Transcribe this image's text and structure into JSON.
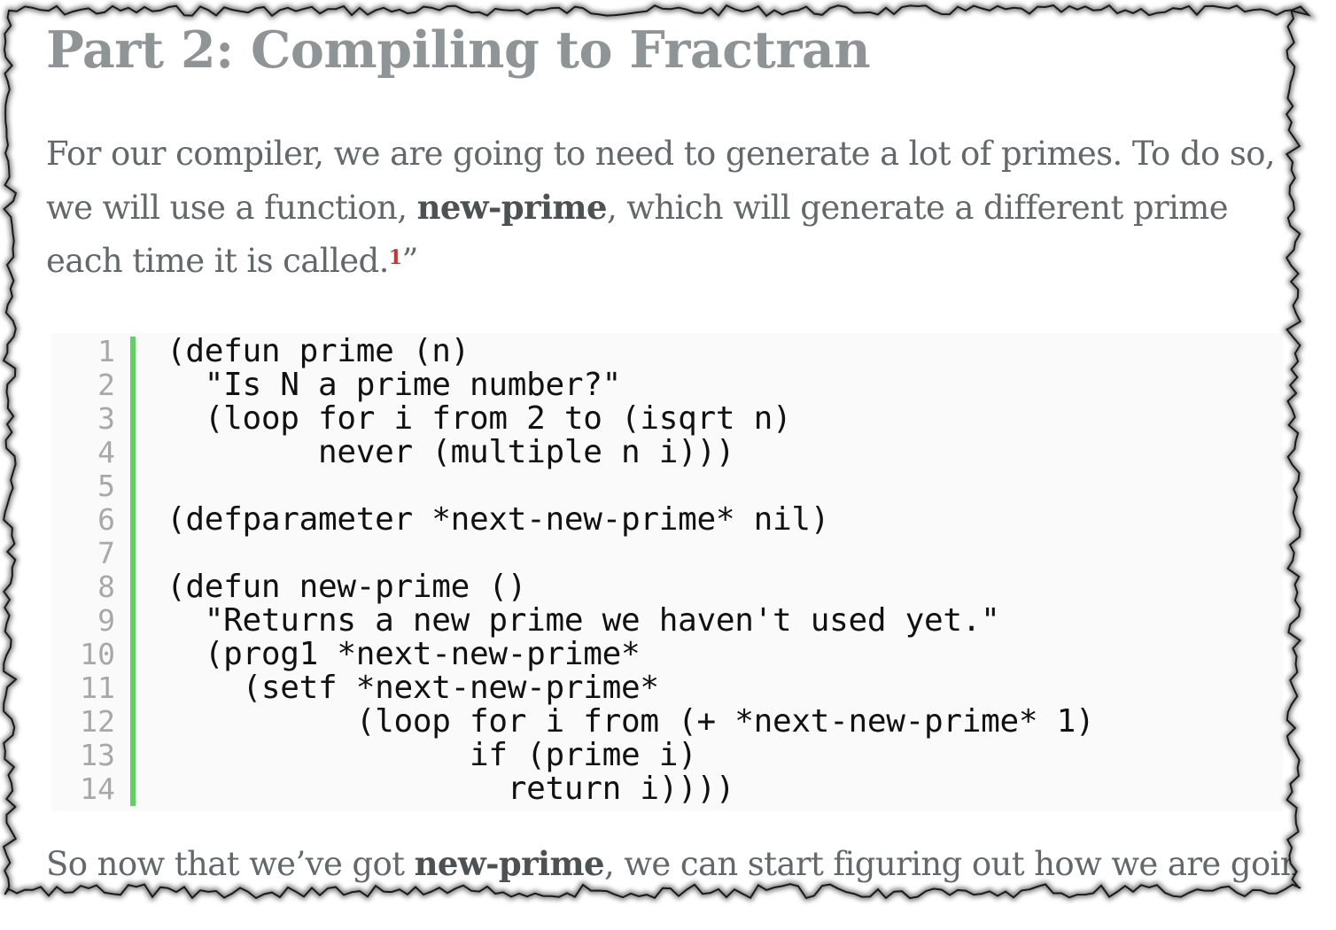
{
  "article": {
    "heading": "Part 2: Compiling to Fractran",
    "paragraph1": {
      "before": "For our compiler, we are going to need to generate a lot of primes. To do so, we will use a function, ",
      "bold": "new-prime",
      "after": ", which will generate a different prime each time it is called.",
      "footnote": "1",
      "trailing": "”"
    },
    "code_lines": [
      "(defun prime (n)",
      "  \"Is N a prime number?\"",
      "  (loop for i from 2 to (isqrt n)",
      "        never (multiple n i)))",
      "",
      "(defparameter *next-new-prime* nil)",
      "",
      "(defun new-prime ()",
      "  \"Returns a new prime we haven't used yet.\"",
      "  (prog1 *next-new-prime*",
      "    (setf *next-new-prime*",
      "          (loop for i from (+ *next-new-prime* 1)",
      "                if (prime i)",
      "                  return i))))"
    ],
    "line_numbers": [
      "1",
      "2",
      "3",
      "4",
      "5",
      "6",
      "7",
      "8",
      "9",
      "10",
      "11",
      "12",
      "13",
      "14"
    ],
    "paragraph2": {
      "before": "So now that we’ve got ",
      "bold": "new-prime",
      "after": ", we can start figuring out how we are going"
    }
  },
  "colors": {
    "heading": "#8f9596",
    "body_text": "#63686b",
    "code_bar": "#5fd25f",
    "footnote": "#c0392b",
    "line_numbers": "#a8a8a8"
  }
}
